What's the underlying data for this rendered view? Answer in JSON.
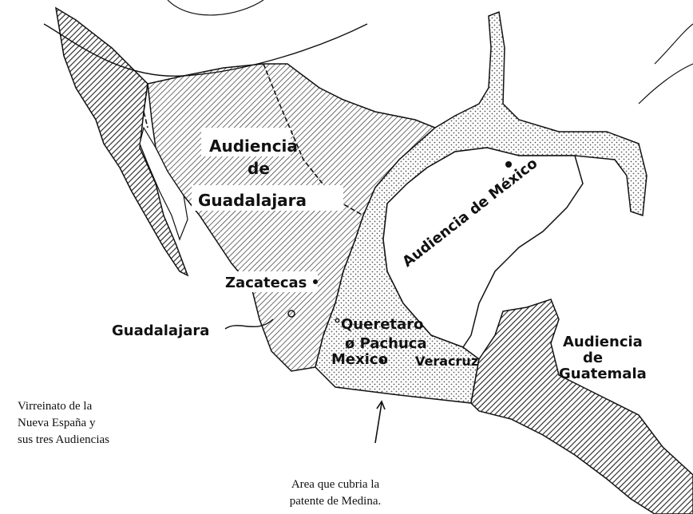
{
  "regions": {
    "guadalajara_label": [
      "Audiencia",
      "de",
      "Guadalajara"
    ],
    "mexico_label": "Audiencia de México",
    "guatemala_label": [
      "Audiencia",
      "de",
      "Guatemala"
    ]
  },
  "cities": {
    "zacatecas": "Zacatecas",
    "guadalajara": "Guadalajara",
    "queretaro": "°Queretaro",
    "pachuca": "ø Pachuca",
    "mexico": "Mexico",
    "veracruz": "Veracruz"
  },
  "legend": {
    "lines": [
      "Virreinato de la",
      "Nueva España y",
      "sus tres Audiencias"
    ]
  },
  "note": {
    "lines": [
      "Area que cubria la",
      "patente de Medina."
    ]
  },
  "colors": {
    "ink": "#111111",
    "paper": "#ffffff",
    "hatch": "#333333",
    "dots": "#555555"
  }
}
